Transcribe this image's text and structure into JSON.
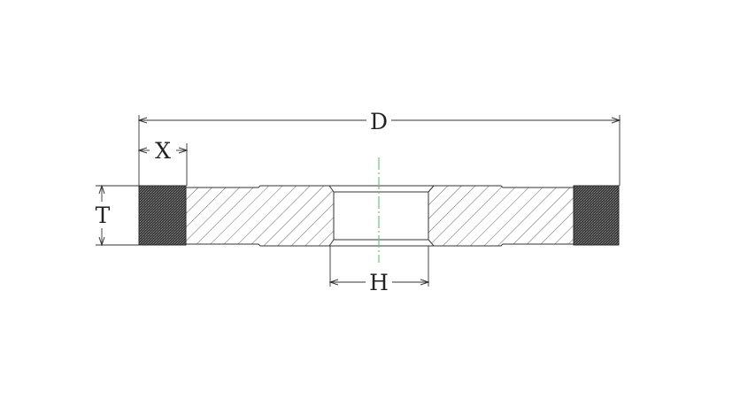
{
  "diagram": {
    "dimension_labels": {
      "outer_diameter": "D",
      "abrasive_layer_depth": "X",
      "thickness": "T",
      "bore_diameter": "H"
    },
    "colors": {
      "outline": "#333333",
      "hatch": "#555555",
      "abrasive_fill": "#3a3a3a",
      "abrasive_texture": "#7a7a7a",
      "centerline": "#66cc66",
      "background": "#ffffff"
    }
  }
}
